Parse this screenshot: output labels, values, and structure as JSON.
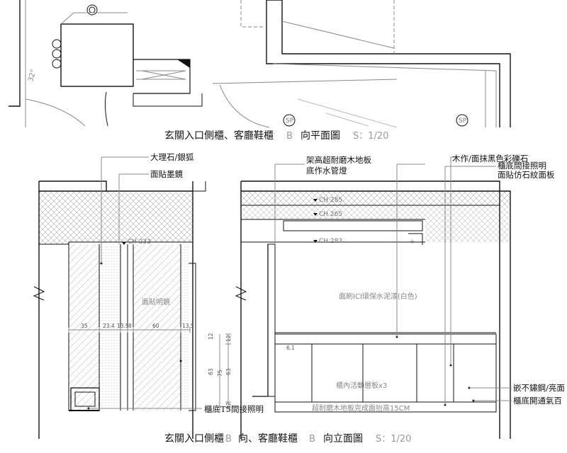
{
  "plan": {
    "title": "玄關入口側櫃、客廳鞋櫃",
    "title_mark": "B",
    "title_view": "向平面圖",
    "scale": "S：1/20",
    "angle_text": "32°",
    "sp_label": "SP"
  },
  "elev": {
    "title": "玄關入口側櫃",
    "title_mark1": "B",
    "title_mid": "向、客廳鞋櫃",
    "title_mark2": "B",
    "title_view": "向立面圖",
    "scale": "S：1/20"
  },
  "left": {
    "callouts": [
      "大理石/銀狐",
      "面貼墨鏡",
      "櫃底T5間接照明"
    ],
    "ch": "CH 233",
    "mirror": "面貼明鏡",
    "dims": [
      "35",
      "23.4",
      "13.5",
      "8",
      "60",
      "13.5"
    ],
    "vdims": [
      "75",
      "12",
      "63",
      "12"
    ]
  },
  "right": {
    "callouts_left": [
      "架高超耐磨木地板",
      "底作水管燈"
    ],
    "callouts_right": [
      "木作/面抹黑色彩礫石",
      "櫃底間接照明",
      "面貼仿石紋面板",
      "嵌不鏽鋼/亮面",
      "櫃底開通氣百"
    ],
    "ch": [
      "CH 285",
      "CH 265",
      "CH 283"
    ],
    "wall": "面刷ICI環保水泥漆(白色)",
    "shelf": "櫃內活動層板x3",
    "floor": "超耐磨木地板完成面抬高15CM",
    "vdims": [
      "12",
      "63"
    ],
    "small_dim": "6.1"
  }
}
